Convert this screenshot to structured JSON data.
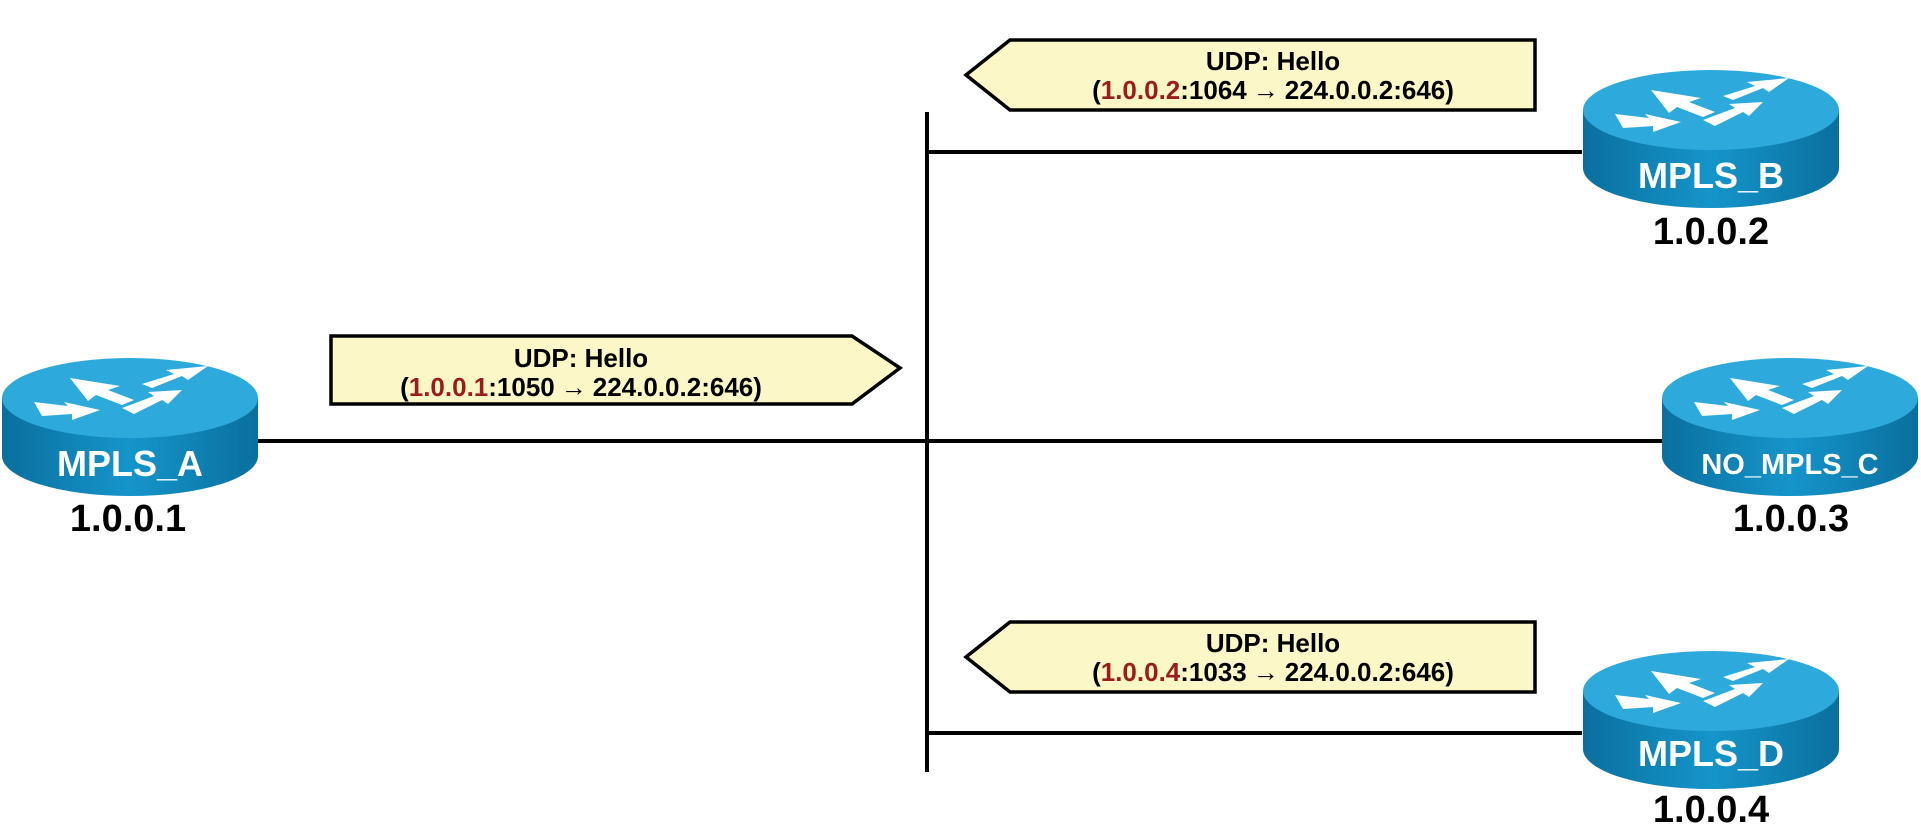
{
  "colors": {
    "router_top": "#2ea9dc",
    "router_side": "#0a7fb3",
    "flag_fill": "#fbf7c6",
    "source_ip": "#9b1c1c",
    "line": "#000000"
  },
  "routers": {
    "a": {
      "name": "MPLS_A",
      "ip": "1.0.0.1",
      "icon": "router-icon"
    },
    "b": {
      "name": "MPLS_B",
      "ip": "1.0.0.2",
      "icon": "router-icon"
    },
    "c": {
      "name": "NO_MPLS_C",
      "ip": "1.0.0.3",
      "icon": "router-icon"
    },
    "d": {
      "name": "MPLS_D",
      "ip": "1.0.0.4",
      "icon": "router-icon"
    }
  },
  "messages": {
    "a": {
      "title": "UDP: Hello",
      "open": "(",
      "src": "1.0.0.1",
      "rest": ":1050",
      "arrow": "→",
      "dst": "224.0.0.2:646)",
      "direction": "right"
    },
    "b": {
      "title": "UDP: Hello",
      "open": "(",
      "src": "1.0.0.2",
      "rest": ":1064",
      "arrow": "→",
      "dst": "224.0.0.2:646)",
      "direction": "left"
    },
    "d": {
      "title": "UDP: Hello",
      "open": "(",
      "src": "1.0.0.4",
      "rest": ":1033",
      "arrow": "→",
      "dst": "224.0.0.2:646)",
      "direction": "left"
    }
  }
}
